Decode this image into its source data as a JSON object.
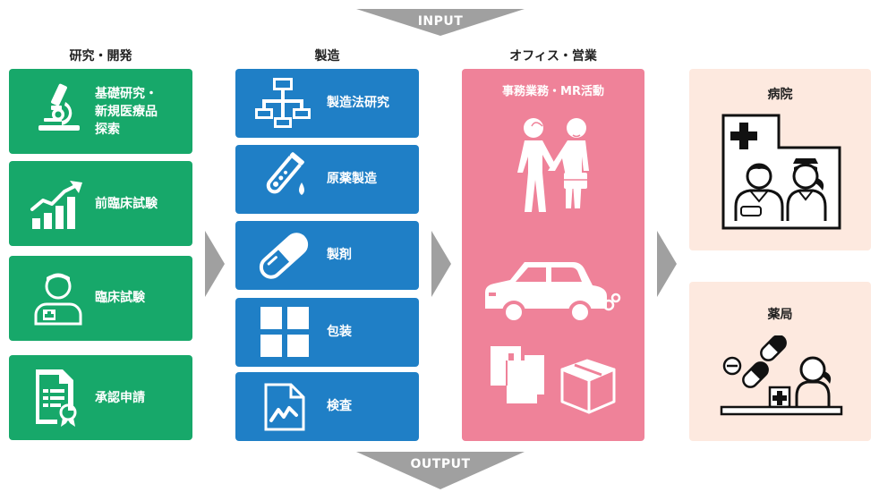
{
  "banners": {
    "input": "INPUT",
    "output": "OUTPUT"
  },
  "columns": {
    "research": {
      "heading": "研究・開発",
      "items": [
        {
          "label": "基礎研究・\n新規医療品\n探索",
          "icon": "microscope-icon"
        },
        {
          "label": "前臨床試験",
          "icon": "growth-chart-icon"
        },
        {
          "label": "臨床試験",
          "icon": "patient-icon"
        },
        {
          "label": "承認申請",
          "icon": "certificate-icon"
        }
      ]
    },
    "manufacturing": {
      "heading": "製造",
      "items": [
        {
          "label": "製造法研究",
          "icon": "flowchart-icon"
        },
        {
          "label": "原薬製造",
          "icon": "test-tube-icon"
        },
        {
          "label": "製剤",
          "icon": "capsule-icon"
        },
        {
          "label": "包装",
          "icon": "grid-package-icon"
        },
        {
          "label": "検査",
          "icon": "inspection-document-icon"
        }
      ]
    },
    "office": {
      "heading": "オフィス・営業",
      "title": "事務業務・MR活動",
      "icons": [
        "handshake-icon",
        "car-icon",
        "boxes-icon"
      ]
    },
    "destinations": {
      "hospital": "病院",
      "pharmacy": "薬局"
    }
  },
  "colors": {
    "green": "#17a86a",
    "blue": "#1f7fc6",
    "pink": "#ef8299",
    "peach": "#fde9df",
    "gray": "#a0a0a0"
  }
}
